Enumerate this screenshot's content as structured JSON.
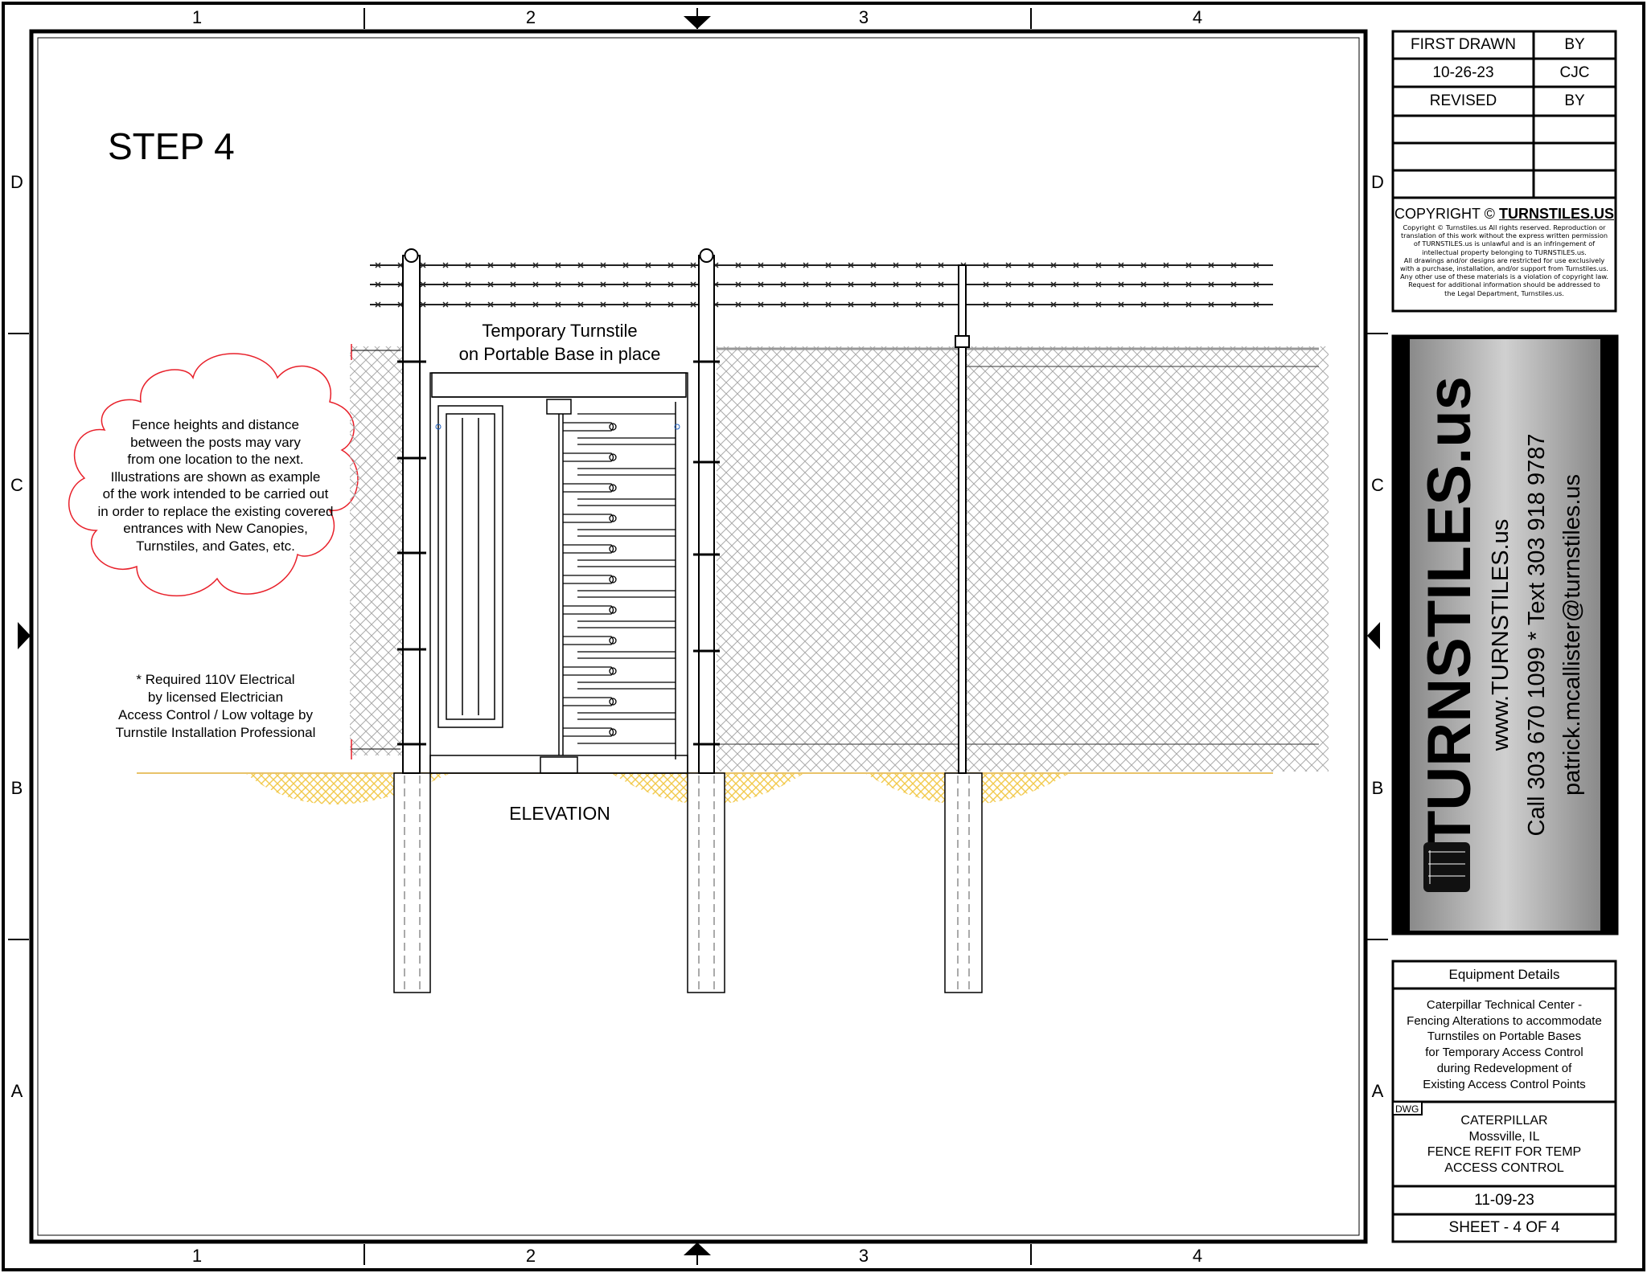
{
  "border": {
    "columns": [
      "1",
      "2",
      "3",
      "4"
    ],
    "rows": [
      "D",
      "C",
      "B",
      "A"
    ]
  },
  "drawing": {
    "step_title": "STEP 4",
    "turnstile_label": [
      "Temporary Turnstile",
      "on Portable Base in place"
    ],
    "elevation_label": "ELEVATION",
    "cloud_note": [
      "Fence heights and distance",
      "between the posts may vary",
      "from one location to the next.",
      "Illustrations are shown as example",
      "of the work intended to be carried out",
      "in order to replace the existing covered",
      "entrances with New Canopies,",
      "Turnstiles, and Gates, etc."
    ],
    "electrical_note": [
      "*   Required 110V Electrical",
      "by licensed Electrician",
      "Access Control / Low voltage by",
      "Turnstile Installation Professional"
    ],
    "colors": {
      "cloud": "#e8202a",
      "gravel": "#f2c94c",
      "ground": "#e8c36a",
      "callout": "#1f5fbf"
    }
  },
  "title_block": {
    "first_drawn_label": "FIRST DRAWN",
    "by_label": "BY",
    "first_drawn_date": "10-26-23",
    "first_drawn_by": "CJC",
    "revised_label": "REVISED",
    "revised_by_label": "BY",
    "copyright_heading": "COPYRIGHT ©",
    "copyright_brand": "TURNSTILES.US",
    "copyright_text": [
      "Copyright © Turnstiles.us All rights reserved. Reproduction or",
      "translation of this work without the express written permission",
      "of TURNSTILES.us is unlawful and is an infringement of",
      "intellectual property belonging to TURNSTILES.us.",
      "All drawings and/or designs are restricted for use exclusively",
      "with a purchase, installation, and/or support from Turnstiles.us.",
      "Any other use of these materials is a violation of copyright law.",
      "Request for additional information should be addressed to",
      "the Legal Department, Turnstiles.us."
    ],
    "logo": {
      "brand": "TURNSTILES.us",
      "website": "www.TURNSTILES.us",
      "phone": "Call 303 670 1099 * Text 303 918 9787",
      "email": "patrick.mcallister@turnstiles.us"
    },
    "equipment_heading": "Equipment Details",
    "equipment_description": [
      "Caterpillar Technical Center -",
      "Fencing Alterations to accommodate",
      "Turnstiles on Portable Bases",
      "for Temporary Access Control",
      "during Redevelopment of",
      "Existing Access Control Points"
    ],
    "dwg_tag": "DWG",
    "dwg_title": [
      "CATERPILLAR",
      "Mossville, IL",
      "FENCE REFIT FOR TEMP",
      "ACCESS CONTROL"
    ],
    "date": "11-09-23",
    "sheet": "SHEET - 4  OF  4"
  }
}
